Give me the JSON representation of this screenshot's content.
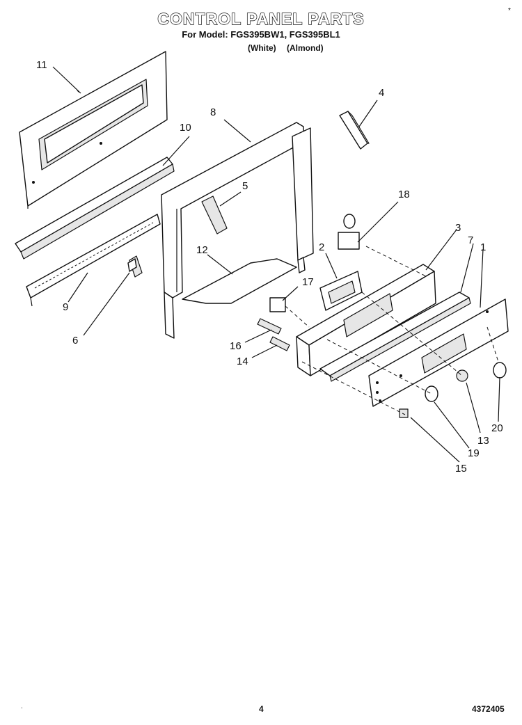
{
  "header": {
    "title": "CONTROL PANEL PARTS",
    "models_line": "For Model: FGS395BW1, FGS395BL1",
    "color_white": "(White)",
    "color_almond": "(Almond)"
  },
  "corner_mark_top": "*",
  "footer": {
    "page_number": "4",
    "doc_number": "4372405",
    "left_mark": "."
  },
  "callouts": [
    "11",
    "10",
    "9",
    "6",
    "8",
    "5",
    "12",
    "4",
    "18",
    "3",
    "7",
    "1",
    "2",
    "17",
    "16",
    "14",
    "20",
    "13",
    "19",
    "15"
  ]
}
